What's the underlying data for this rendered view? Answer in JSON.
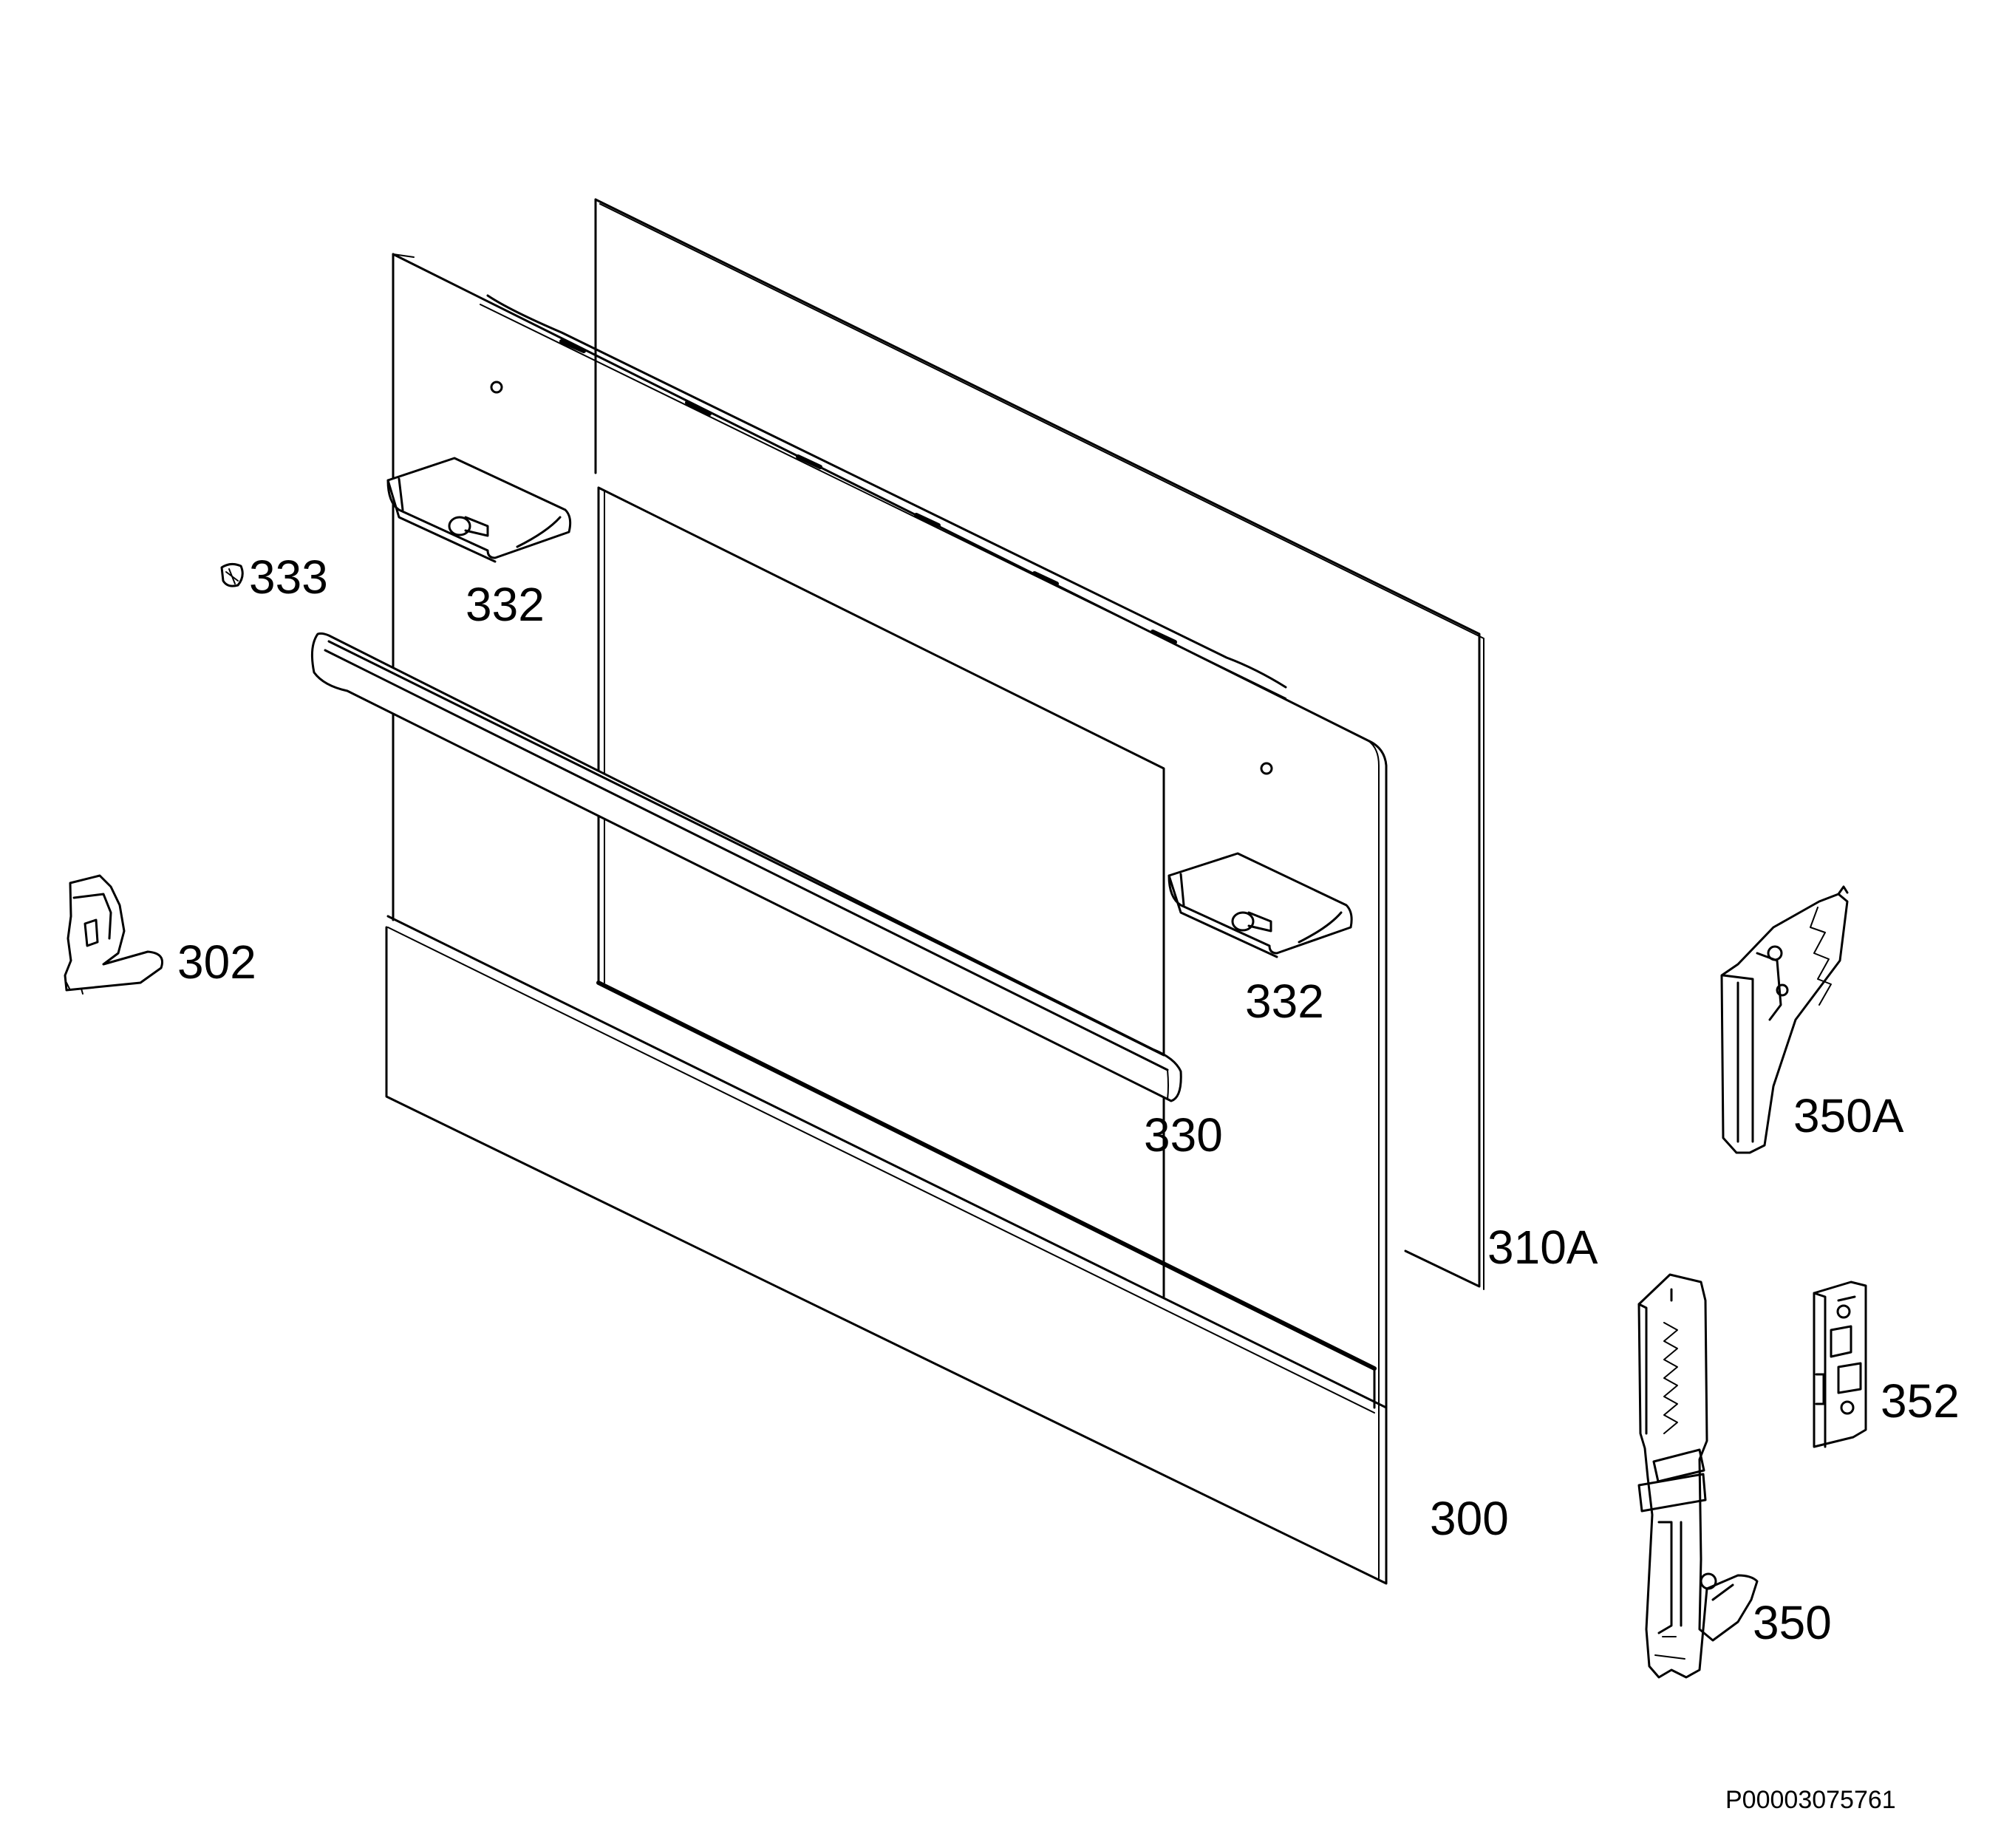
{
  "diagram": {
    "labels": {
      "p300": "300",
      "p302": "302",
      "p310A": "310A",
      "p330": "330",
      "p332_left": "332",
      "p332_right": "332",
      "p333": "333",
      "p350": "350",
      "p350A": "350A",
      "p352": "352"
    },
    "drawing_code": "P00003075761"
  }
}
